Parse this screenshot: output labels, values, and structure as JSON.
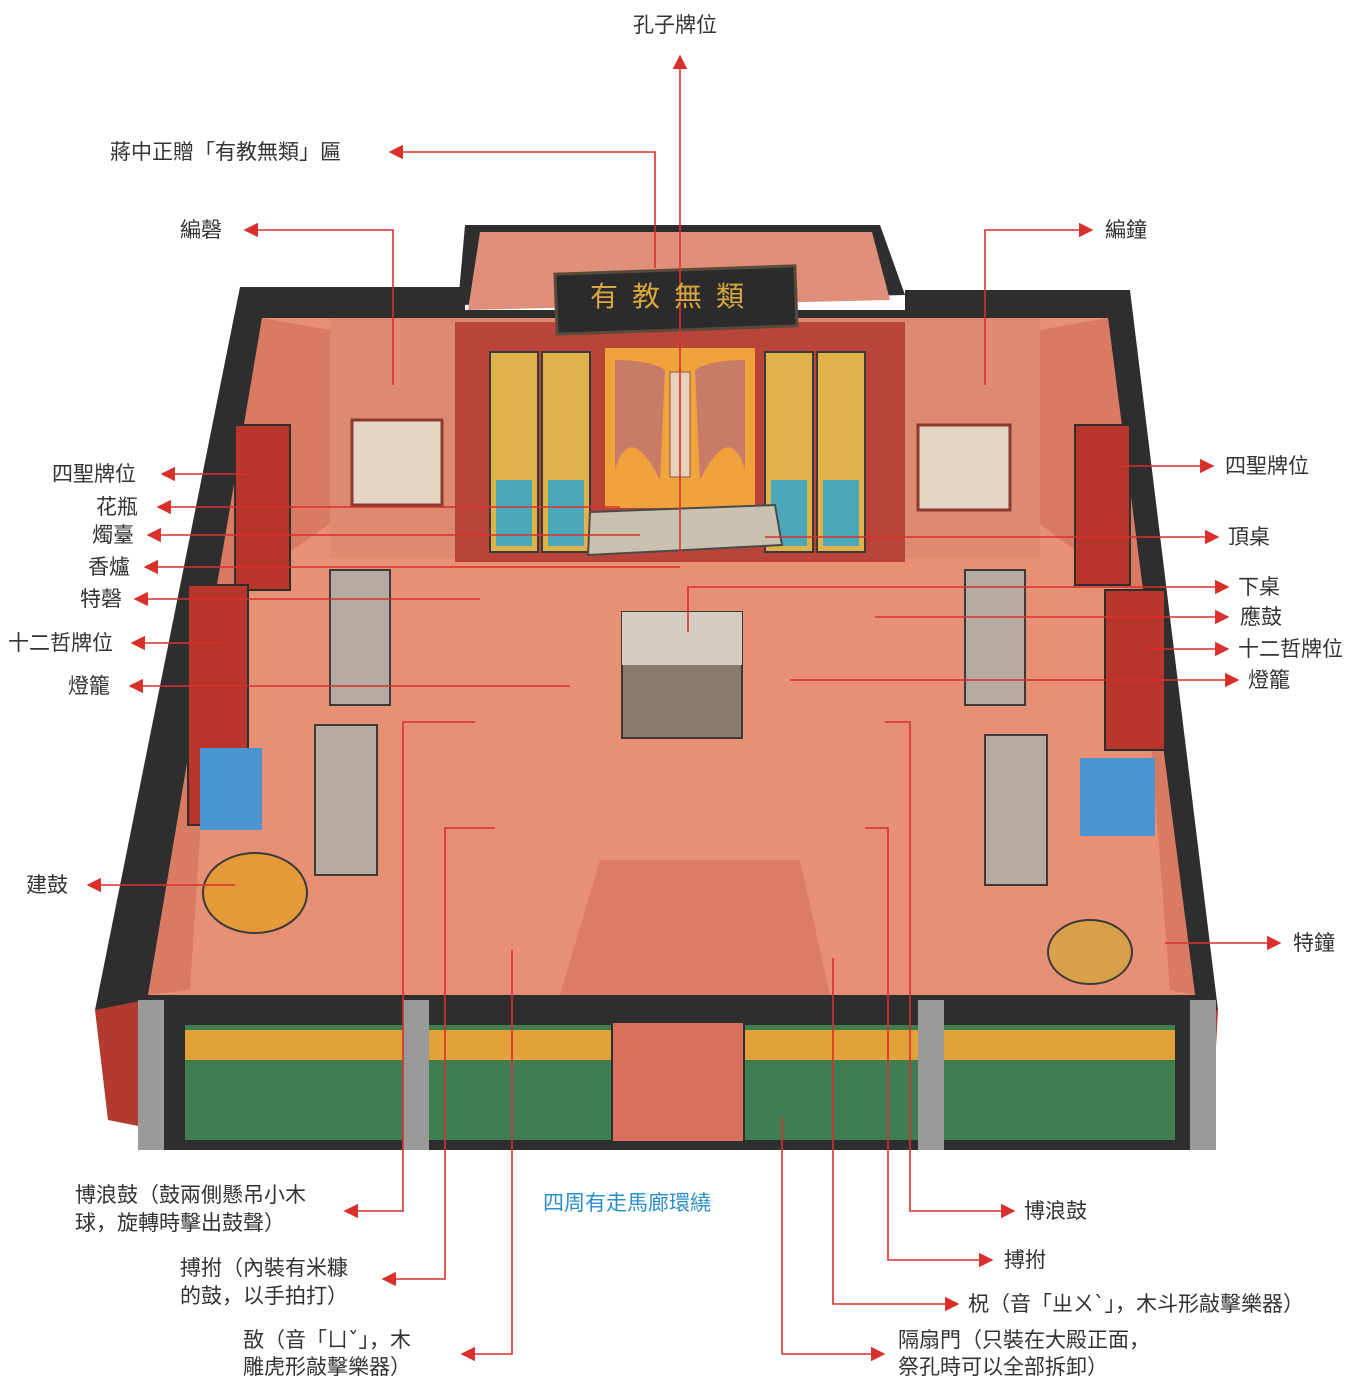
{
  "labels": {
    "confucius_tablet": "孔子牌位",
    "plaque": "蔣中正贈「有教無類」匾",
    "bianqing": "編磬",
    "bianzhong": "編鐘",
    "four_sages_left": "四聖牌位",
    "four_sages_right": "四聖牌位",
    "vase": "花瓶",
    "candle_stand": "燭臺",
    "incense_burner": "香爐",
    "teqing": "特磬",
    "twelve_left": "十二哲牌位",
    "lantern_left": "燈籠",
    "top_table": "頂桌",
    "lower_table": "下桌",
    "yinggu": "應鼓",
    "twelve_right": "十二哲牌位",
    "lantern_right": "燈籠",
    "jiangu": "建鼓",
    "tezhong": "特鐘",
    "corridor": "四周有走馬廊環繞",
    "bolanggu_left_1": "博浪鼓（鼓兩側懸吊小木",
    "bolanggu_left_2": "球，旋轉時擊出鼓聲）",
    "bofu_left_1": "搏拊（內裝有米糠",
    "bofu_left_2": "的鼓，以手拍打）",
    "yu_1": "敔（音「ㄩˇ」，木",
    "yu_2": "雕虎形敲擊樂器）",
    "bolanggu_right": "博浪鼓",
    "bofu_right": "搏拊",
    "zhu": "柷（音「ㄓㄨˋ」，木斗形敲擊樂器）",
    "door_1": "隔扇門（只裝在大殿正面，",
    "door_2": "祭孔時可以全部拆卸）"
  },
  "plaque_text": "有教無類",
  "colors": {
    "leader": "#d9302c",
    "label": "#333333",
    "blue_label": "#2a8fc8",
    "wall_red": "#c8453a",
    "floor": "#e89074",
    "roof_black": "#2e2e2e"
  }
}
